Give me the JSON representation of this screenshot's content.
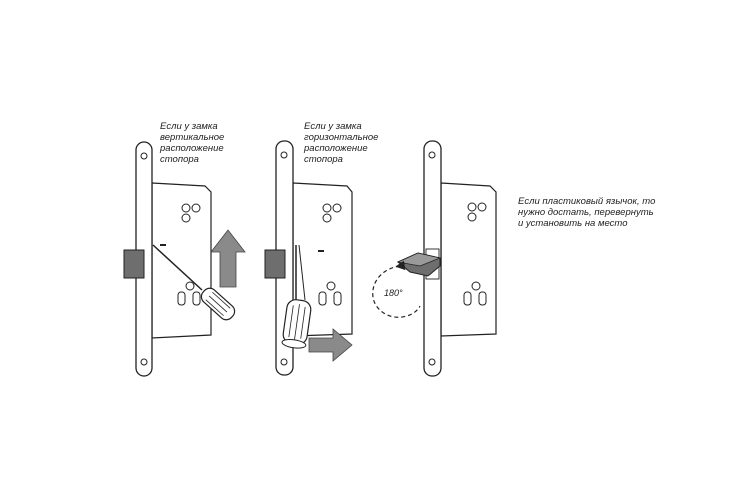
{
  "captions": {
    "vertical": [
      "Если у замка",
      "вертикальное",
      "расположение",
      "стопора"
    ],
    "horizontal": [
      "Если у замка",
      "горизонтальное",
      "расположение",
      "стопора"
    ],
    "latch": [
      "Если пластиковый язычок, то",
      "нужно достать, перевернуть",
      "и установить на место"
    ]
  },
  "rotation_label": "180°",
  "colors": {
    "outline": "#222222",
    "arrow_gray": "#8a8a8a",
    "latch_gray": "#777777",
    "background": "#ffffff"
  }
}
